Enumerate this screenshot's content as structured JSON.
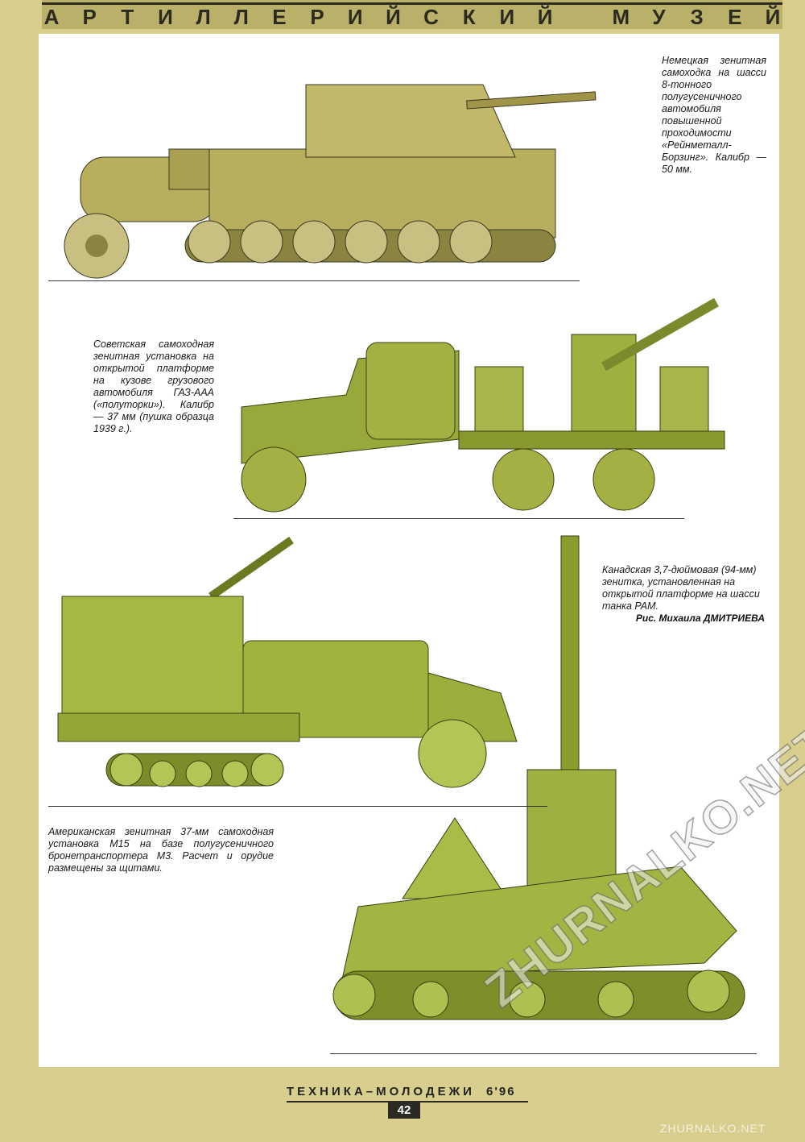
{
  "header": {
    "title": "АРТИЛЛЕРИЙСКИЙ МУЗЕЙ",
    "letters": [
      "А",
      "Р",
      "Т",
      "И",
      "Л",
      "Л",
      "Е",
      "Р",
      "И",
      "Й",
      "С",
      "К",
      "И",
      "Й",
      "",
      "М",
      "У",
      "З",
      "Е",
      "Й"
    ]
  },
  "captions": {
    "german": "Немецкая зенитная самоходка на шасси 8-тонного полугусеничного автомобиля повышенной проходимости «Рейнметалл-Борзинг». Калибр — 50 мм.",
    "soviet": "Советская самоходная зенитная установка на открытой платформе на кузове грузового автомобиля ГАЗ-ААА («полуторки»). Калибр — 37 мм (пушка образца 1939 г.).",
    "canadian": "Канадская 3,7-дюймовая (94-мм) зенитка, установленная на открытой платформе на шасси танка РАМ.",
    "american": "Американская зенитная 37-мм самоходная установка М15 на базе полугусеничного бронетранспортера М3. Расчет и орудие размещены за щитами."
  },
  "credit": "Рис. Михаила ДМИТРИЕВА",
  "footer": {
    "magazine": "ТЕХНИКА–МОЛОДЕЖИ",
    "issue": "6'96",
    "page": "42"
  },
  "watermark": "ZHURNALKO.NET",
  "site": "ZHURNALKO.NET",
  "colors": {
    "background": "#d8cf8f",
    "olive": "#9aa83a",
    "olive_dark": "#6f7a24",
    "tan": "#b7ae5e"
  }
}
